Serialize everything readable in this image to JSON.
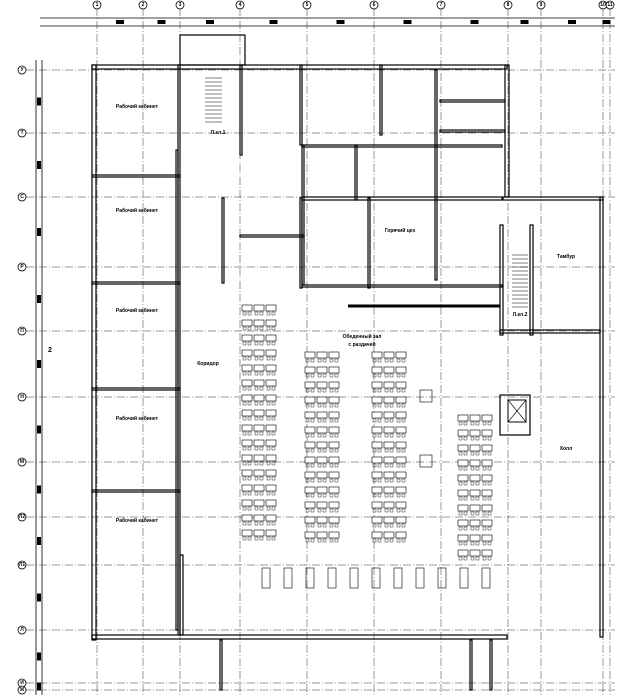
{
  "title": "Floor plan",
  "axes": {
    "columns": [
      "1",
      "2",
      "3",
      "4",
      "5",
      "6",
      "7",
      "8",
      "9",
      "10",
      "11"
    ],
    "rows": [
      "У",
      "Т",
      "С",
      "Р",
      "П",
      "Н",
      "М",
      "Л2",
      "Л1",
      "Л",
      "И",
      "Ж"
    ]
  },
  "rooms": {
    "hot_shop": "Горячий цех",
    "dining_hall": "Обеденный зал",
    "dining_hall_sub": "с раздачей",
    "corridor": "Коридор",
    "office_1": "Рабочий кабинет",
    "office_2": "Рабочий кабинет",
    "office_3": "Рабочий кабинет",
    "office_4": "Рабочий кабинет",
    "office_5": "Рабочий кабинет",
    "hall": "Холл",
    "vestibule": "Тамбур",
    "stair_1": "Л.кл.1",
    "stair_2": "Л.кл.2",
    "section_mark": "2"
  }
}
